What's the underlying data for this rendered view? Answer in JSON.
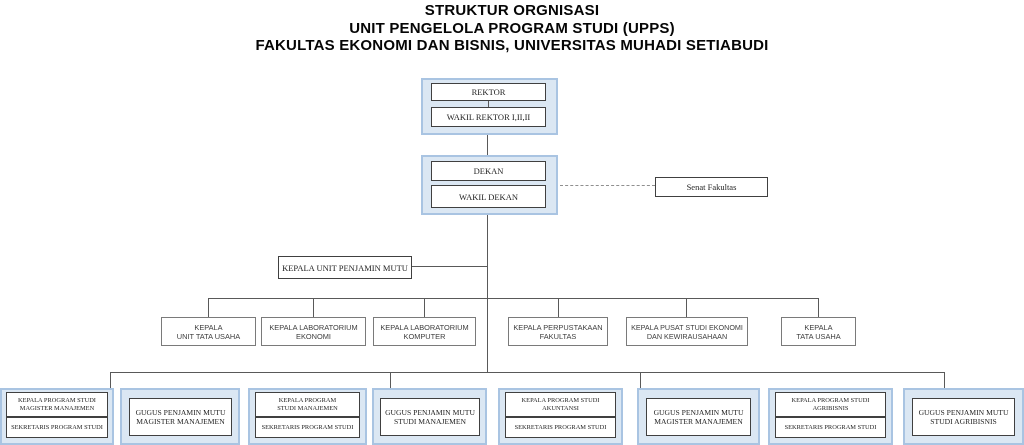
{
  "title": {
    "line1": "STRUKTUR ORGNISASI",
    "line2": "UNIT PENGELOLA PROGRAM STUDI (UPPS)",
    "line3": "FAKULTAS EKONOMI DAN BISNIS, UNIVERSITAS MUHADI SETIABUDI"
  },
  "top": {
    "rektor": "REKTOR",
    "wakil_rektor": "WAKIL REKTOR I,II,II",
    "dekan": "DEKAN",
    "wakil_dekan": "WAKIL DEKAN",
    "senat": "Senat Fakultas",
    "penjamin_mutu": "KEPALA UNIT PENJAMIN MUTU"
  },
  "middle": [
    {
      "line1": "KEPALA",
      "line2": "UNIT TATA USAHA"
    },
    {
      "line1": "KEPALA LABORATORIUM",
      "line2": "EKONOMI"
    },
    {
      "line1": "KEPALA LABORATORIUM",
      "line2": "KOMPUTER"
    },
    {
      "line1": "KEPALA PERPUSTAKAAN",
      "line2": "FAKULTAS"
    },
    {
      "line1": "KEPALA PUSAT STUDI EKONOMI",
      "line2": "DAN KEWIRAUSAHAAN"
    },
    {
      "line1": "KEPALA",
      "line2": "TATA USAHA"
    }
  ],
  "bottom": [
    {
      "head1": "KEPALA PROGRAM STUDI",
      "head2": "MAGISTER MANAJEMEN",
      "secretary": "SEKRETARIS PROGRAM STUDI"
    },
    {
      "line1": "GUGUS PENJAMIN MUTU",
      "line2": "MAGISTER MANAJEMEN"
    },
    {
      "head1": "KEPALA PROGRAM",
      "head2": "STUDI MANAJEMEN",
      "secretary": "SEKRETARIS PROGRAM STUDI"
    },
    {
      "line1": "GUGUS PENJAMIN MUTU",
      "line2": "STUDI MANAJEMEN"
    },
    {
      "head1": "KEPALA PROGRAM STUDI",
      "head2": "AKUNTANSI",
      "secretary": "SEKRETARIS PROGRAM STUDI"
    },
    {
      "line1": "GUGUS PENJAMIN MUTU",
      "line2": "MAGISTER MANAJEMEN"
    },
    {
      "head1": "KEPALA PROGRAM STUDI",
      "head2": "AGRIBISNIS",
      "secretary": "SEKRETARIS PROGRAM STUDI"
    },
    {
      "line1": "GUGUS PENJAMIN MUTU",
      "line2": "STUDI AGRIBISNIS"
    }
  ],
  "colors": {
    "container_fill": "#dbe7f3",
    "container_border": "#a9c4e2",
    "box_border": "#404040",
    "line": "#595959"
  }
}
